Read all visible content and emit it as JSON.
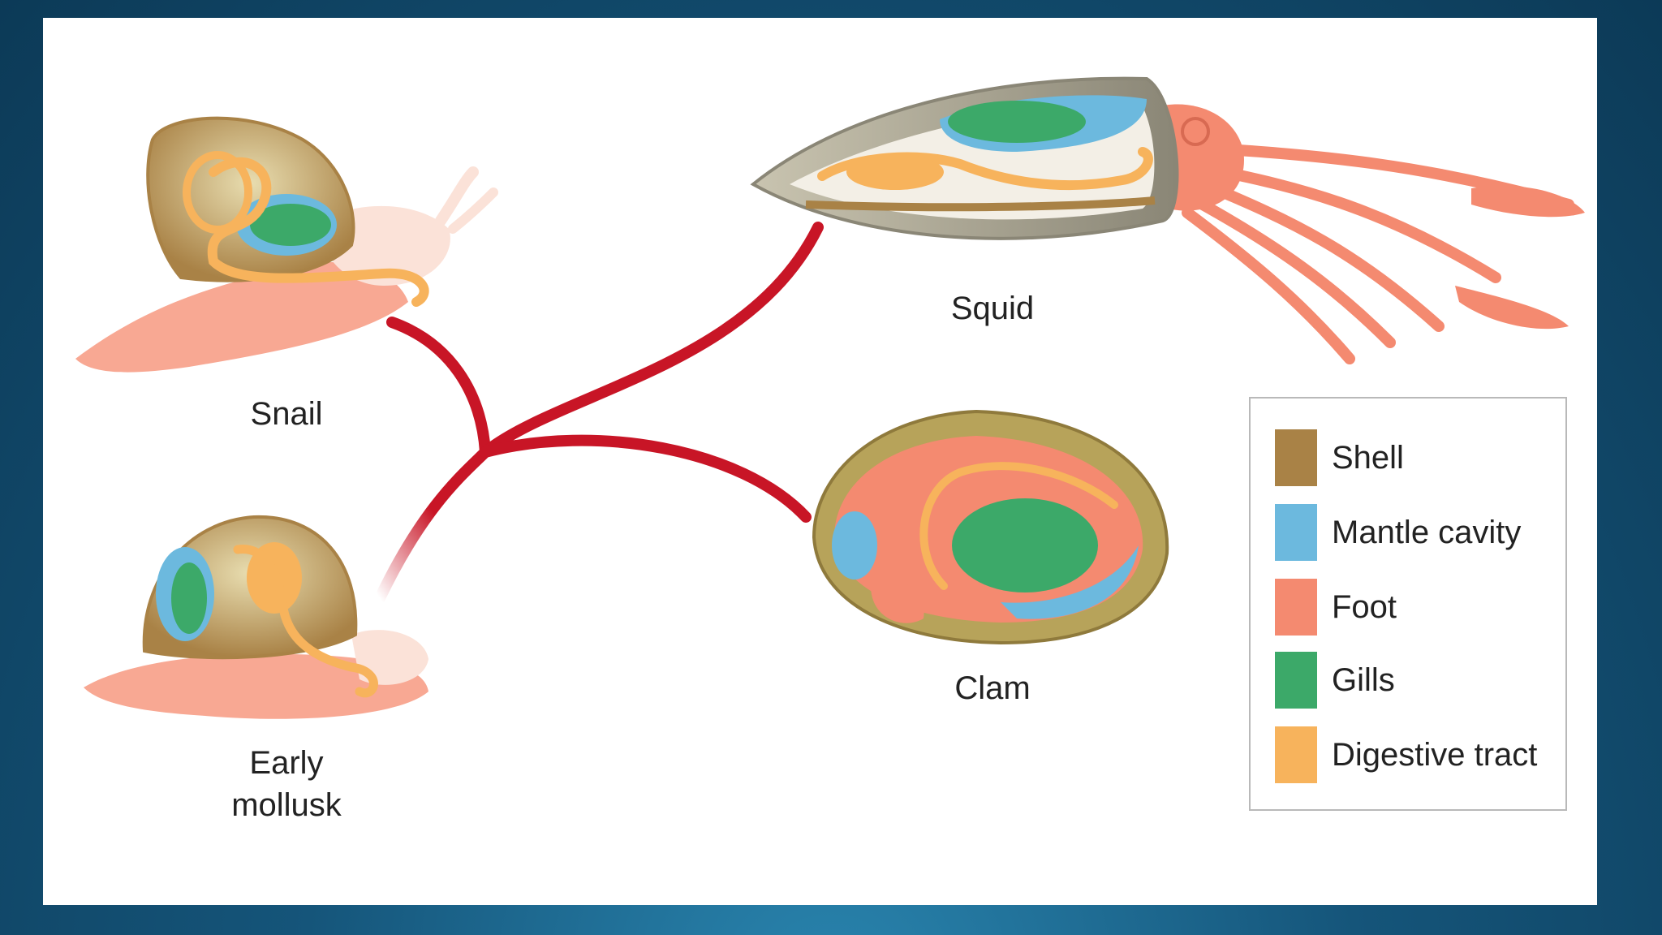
{
  "organisms": {
    "snail": "Snail",
    "early_mollusk": "Early\nmollusk",
    "squid": "Squid",
    "clam": "Clam"
  },
  "legend": {
    "items": [
      {
        "label": "Shell",
        "color": "#a98246"
      },
      {
        "label": "Mantle cavity",
        "color": "#6cb9de"
      },
      {
        "label": "Foot",
        "color": "#f48a70"
      },
      {
        "label": "Gills",
        "color": "#3ca969"
      },
      {
        "label": "Digestive tract",
        "color": "#f7b35c"
      }
    ]
  },
  "colors": {
    "branch": "#c81526",
    "background": "#0f4868"
  }
}
